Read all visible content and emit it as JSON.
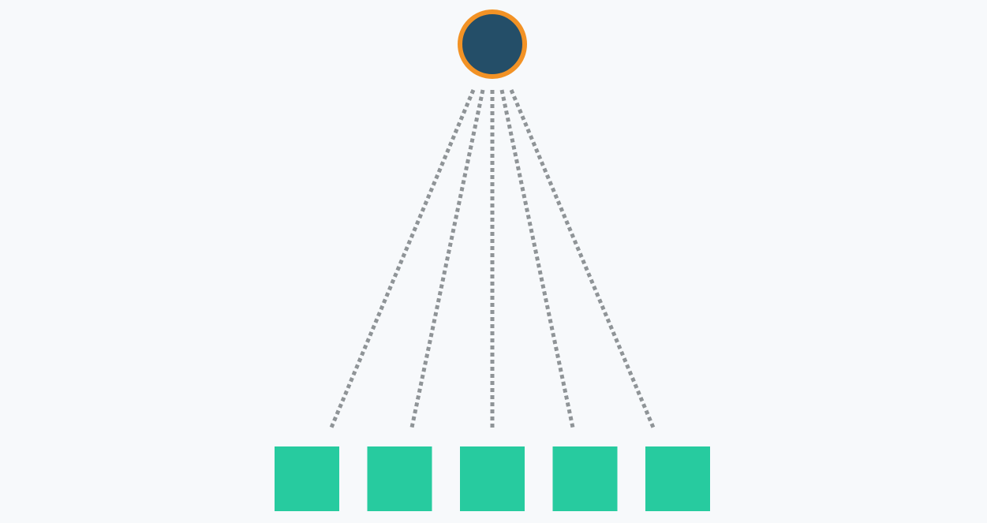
{
  "diagram": {
    "type": "hub-and-spoke",
    "hub": {
      "shape": "circle",
      "fill_color": "#244e68",
      "border_color": "#f29225"
    },
    "connector": {
      "style": "dotted",
      "color": "#8f9497"
    },
    "children": [
      {
        "id": "child-1",
        "shape": "square",
        "fill_color": "#27cb9f"
      },
      {
        "id": "child-2",
        "shape": "square",
        "fill_color": "#27cb9f"
      },
      {
        "id": "child-3",
        "shape": "square",
        "fill_color": "#27cb9f"
      },
      {
        "id": "child-4",
        "shape": "square",
        "fill_color": "#27cb9f"
      },
      {
        "id": "child-5",
        "shape": "square",
        "fill_color": "#27cb9f"
      }
    ]
  }
}
